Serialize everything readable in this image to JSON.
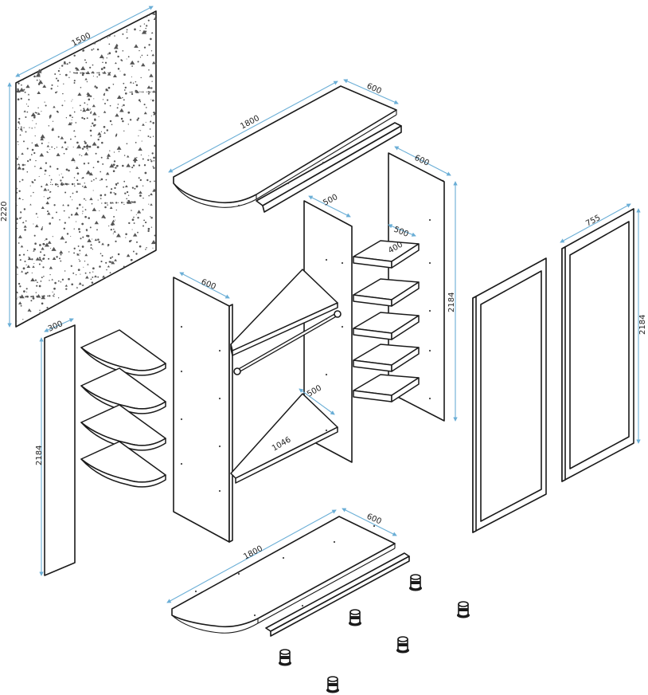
{
  "labels": {
    "mirror_width": "1500",
    "mirror_height": "2220",
    "top_length": "1800",
    "top_depth": "600",
    "right_side_depth": "600",
    "right_side_height": "2184",
    "mid_partition_depth": "500",
    "right_shelf_depth": "500",
    "right_shelf_width": "400",
    "left_side_depth": "600",
    "middle_shelf_depth": "500",
    "middle_shelf_width": "1046",
    "corner_panel_depth": "300",
    "corner_panel_height": "2184",
    "door_width": "755",
    "door_height": "2184",
    "bottom_length": "1800",
    "bottom_depth": "600"
  },
  "colors": {
    "dimension_line": "#6aaed6",
    "outline": "#1a1a1a",
    "speckle": "#555555"
  }
}
